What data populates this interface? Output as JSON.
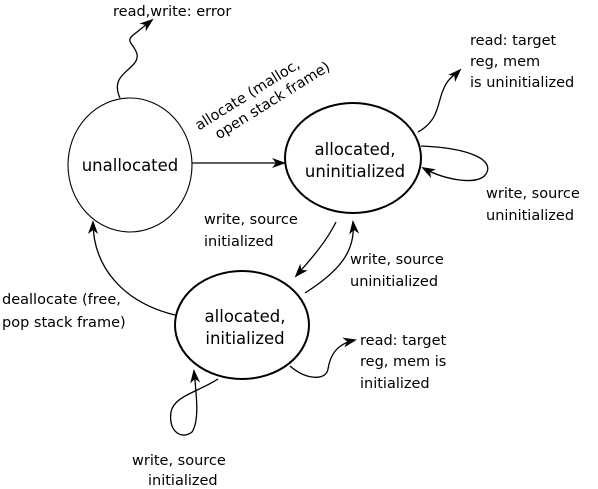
{
  "states": {
    "unallocated": {
      "label": "unallocated"
    },
    "allocated_uninitialized": {
      "line1": "allocated,",
      "line2": "uninitialized"
    },
    "allocated_initialized": {
      "line1": "allocated,",
      "line2": "initialized"
    }
  },
  "transitions": {
    "unalloc_rw": {
      "line1": "read,write: error"
    },
    "allocate": {
      "line1": "allocate (malloc,",
      "line2": "open stack frame)"
    },
    "uninit_read": {
      "line1": "read: target",
      "line2": "reg, mem",
      "line3": "is uninitialized"
    },
    "uninit_write_self": {
      "line1": "write, source",
      "line2": "uninitialized"
    },
    "uninit_to_init": {
      "line1": "write, source",
      "line2": "initialized"
    },
    "init_to_uninit": {
      "line1": "write, source",
      "line2": "uninitialized"
    },
    "deallocate": {
      "line1": "deallocate (free,",
      "line2": "pop stack frame)"
    },
    "init_read": {
      "line1": "read: target",
      "line2": "reg, mem is",
      "line3": "initialized"
    },
    "init_write_self": {
      "line1": "write, source",
      "line2": "initialized"
    }
  },
  "colors": {
    "stroke": "#000000",
    "background": "#ffffff"
  }
}
